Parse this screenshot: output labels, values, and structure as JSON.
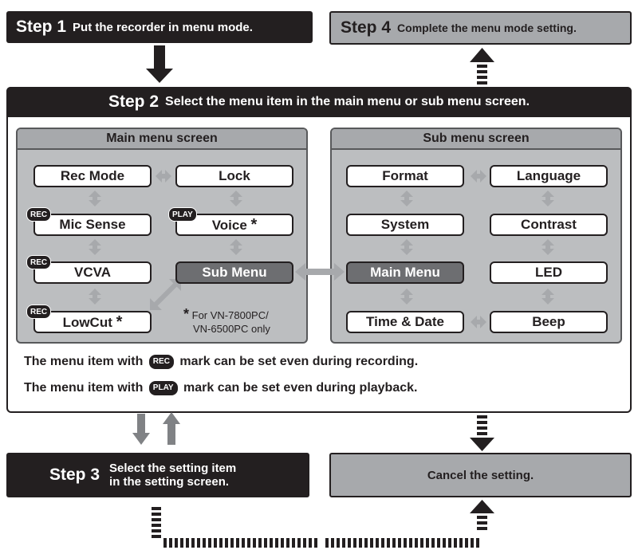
{
  "step1": {
    "num": "Step 1",
    "text": "Put the recorder in menu mode."
  },
  "step4": {
    "num": "Step 4",
    "text": "Complete the menu mode setting."
  },
  "step2": {
    "num": "Step 2",
    "text": "Select the menu item in the main menu or sub menu screen."
  },
  "step3": {
    "num": "Step 3",
    "text_line1": "Select the setting item",
    "text_line2": "in the setting screen."
  },
  "cancel": {
    "text": "Cancel the setting."
  },
  "main_menu": {
    "title": "Main menu screen",
    "items": {
      "rec_mode": "Rec Mode",
      "lock": "Lock",
      "mic_sense": "Mic Sense",
      "voice": "Voice",
      "vcva": "VCVA",
      "sub_menu": "Sub Menu",
      "lowcut": "LowCut"
    },
    "note_star": "*",
    "note_line1": "For VN-7800PC/",
    "note_line2": "VN-6500PC only"
  },
  "sub_menu": {
    "title": "Sub menu screen",
    "items": {
      "format": "Format",
      "language": "Language",
      "system": "System",
      "contrast": "Contrast",
      "main_menu": "Main Menu",
      "led": "LED",
      "time_date": "Time & Date",
      "beep": "Beep"
    }
  },
  "badges": {
    "rec": "REC",
    "play": "PLAY"
  },
  "star": "*",
  "footer": {
    "rec_line_before": "The menu item with",
    "rec_line_after": "mark can be set even during recording.",
    "play_line_before": "The menu item with",
    "play_line_after": "mark can be set even during playback."
  },
  "colors": {
    "dark": "#231f20",
    "gray_box": "#a7a9ac",
    "panel": "#bcbec0",
    "selected": "#6d6e71",
    "arrow_light": "#a7a9ac"
  }
}
